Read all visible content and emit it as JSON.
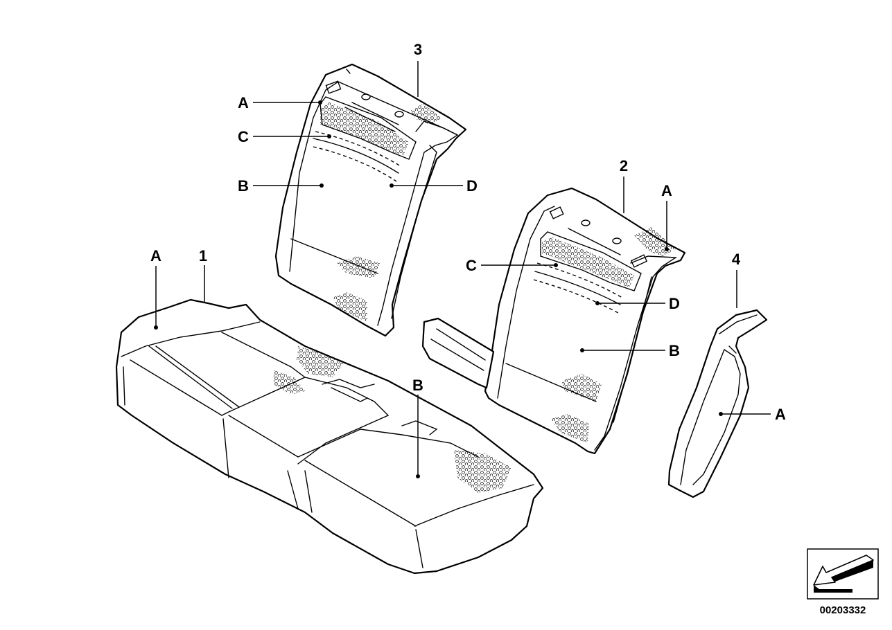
{
  "diagram": {
    "callouts": {
      "seat_cushion": "1",
      "backrest_right": "2",
      "backrest_left": "3",
      "side_bolster": "4"
    },
    "letters": {
      "a": "A",
      "b": "B",
      "c": "C",
      "d": "D"
    },
    "image_id": "00203332",
    "nav_icon": "arrow-down-left-icon"
  }
}
